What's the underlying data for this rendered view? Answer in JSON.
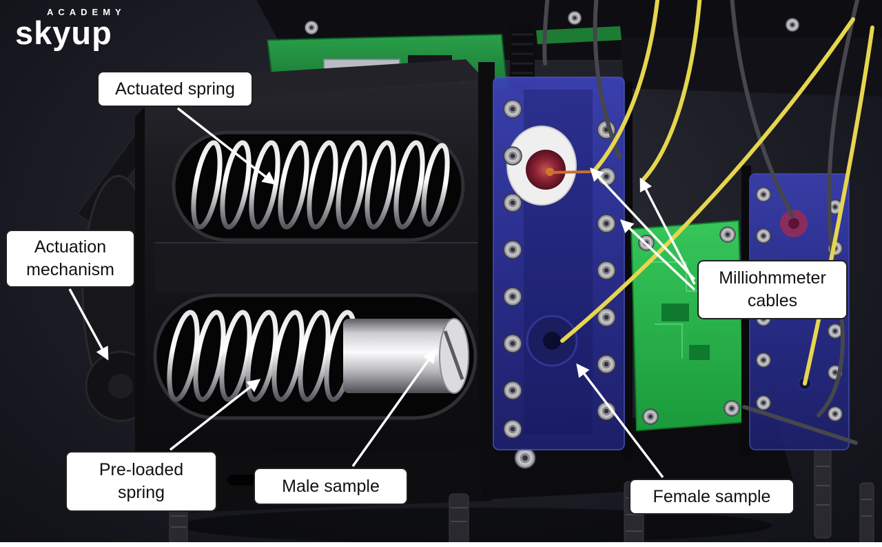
{
  "colors": {
    "background": "#1b1c24",
    "label_bg": "#ffffff",
    "label_text": "#111111",
    "arrow": "#ffffff",
    "panel_blue": "#2a2e92",
    "pcb_green": "#1b9b3c",
    "cable_yellow": "#e6d64f"
  },
  "logo": {
    "tagline": "ACADEMY",
    "brand": "skyup"
  },
  "labels": {
    "actuated_spring": "Actuated spring",
    "actuation_mechanism": "Actuation\nmechanism",
    "pre_loaded_spring": "Pre-loaded\nspring",
    "male_sample": "Male sample",
    "female_sample": "Female sample",
    "milliohmmeter_cables": "Milliohmmeter\ncables"
  }
}
